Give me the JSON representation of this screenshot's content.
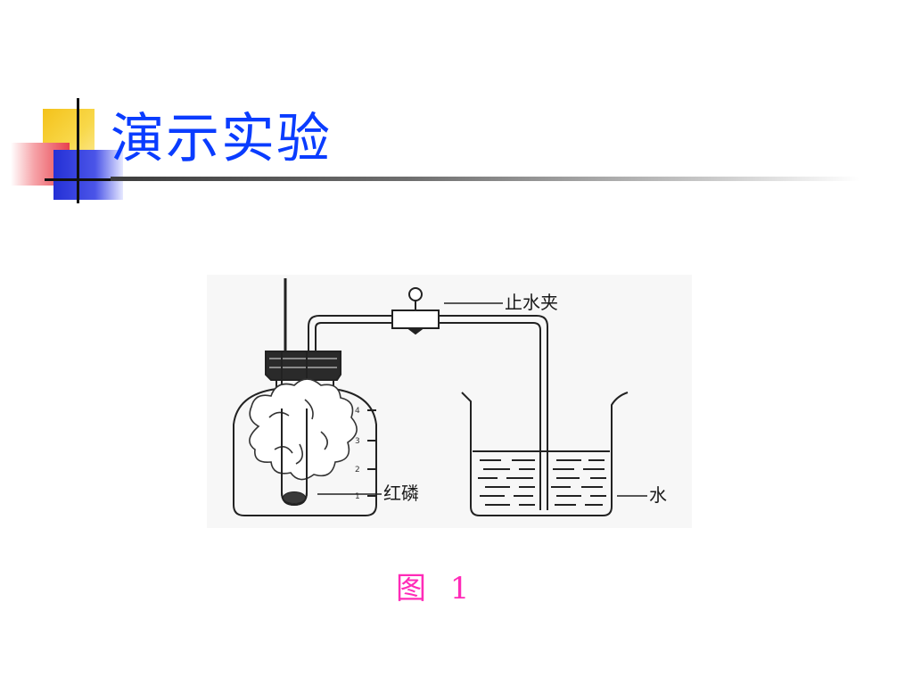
{
  "slide": {
    "title": "演示实验",
    "caption": "图 1"
  },
  "diagram": {
    "labels": {
      "clamp": "止水夹",
      "red_phosphorus": "红磷",
      "water": "水"
    },
    "scale_marks": [
      "1",
      "2",
      "3",
      "4"
    ]
  },
  "colors": {
    "title": "#0a3cff",
    "caption": "#ff2bb8",
    "deco_yellow": "#f4c21a",
    "deco_red": "#e8414d",
    "deco_blue": "#2430d6"
  }
}
